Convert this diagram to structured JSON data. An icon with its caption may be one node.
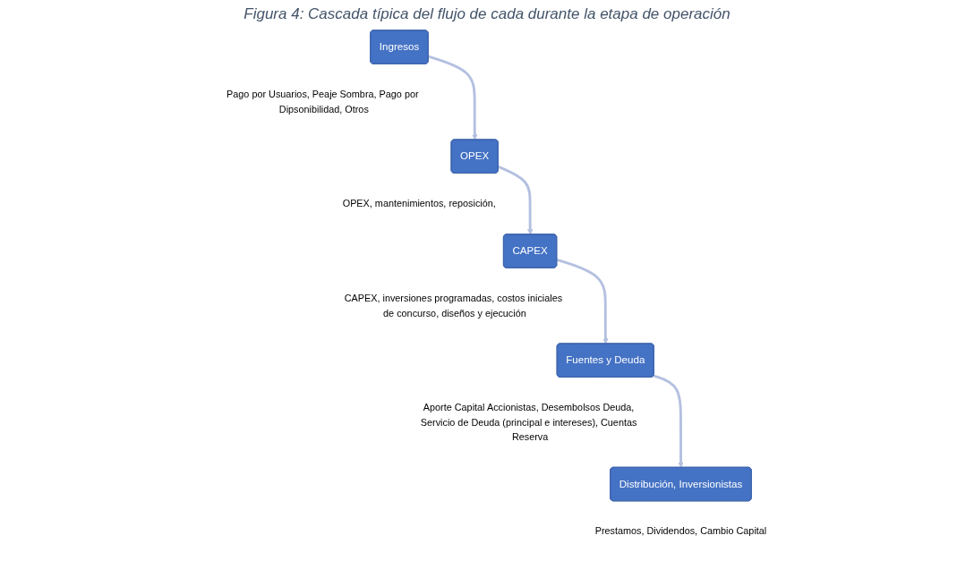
{
  "diagram": {
    "title": "Figura 4: Cascada típica del flujo de cada durante la etapa de operación",
    "nodes": [
      {
        "text": [
          "Ingresos"
        ],
        "beside": [
          "Pago por Usuarios, Peaje Sombra, Pago por Dipsonibilidad, Otros"
        ]
      },
      {
        "text": [
          "OPEX"
        ],
        "beside": [
          "OPEX, mantenimientos, reposición,"
        ]
      },
      {
        "text": [
          "CAPEX"
        ],
        "beside": [
          "CAPEX, inversiones programadas, costos iniciales de concurso, diseños y ejecución"
        ]
      },
      {
        "text": [
          "Fuentes y Deuda"
        ],
        "beside": [
          "Aporte Capital Accionistas, Desembolsos Deuda, Servicio de Deuda (principal e intereses), Cuentas Reserva"
        ]
      },
      {
        "text": [
          "Distribución, Inversionistas"
        ],
        "beside": [
          "Prestamos, Dividendos, Cambio Capital"
        ]
      }
    ],
    "edges": [
      {
        "from": 0,
        "to": 1,
        "arrow": "to"
      },
      {
        "from": 1,
        "to": 2,
        "arrow": "to"
      },
      {
        "from": 2,
        "to": 3,
        "arrow": "to"
      },
      {
        "from": 3,
        "to": 4,
        "arrow": "to"
      }
    ]
  }
}
